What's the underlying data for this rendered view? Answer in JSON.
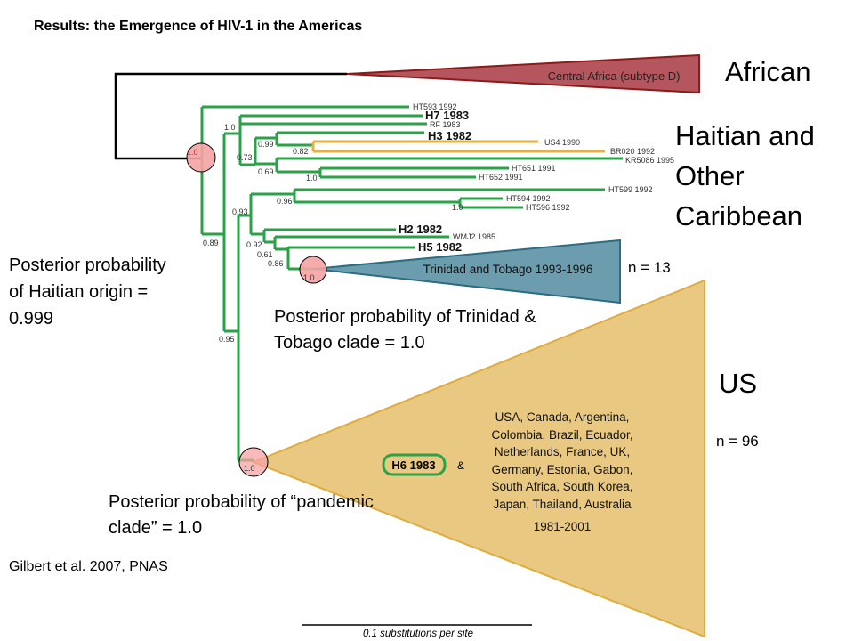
{
  "title": "Results: the Emergence of HIV-1 in the Americas",
  "groups": {
    "african": "African",
    "haitian": [
      "Haitian and",
      "Other",
      "Caribbean"
    ],
    "us": "US"
  },
  "clades": {
    "central_africa": "Central Africa (subtype D)",
    "trinidad": "Trinidad and Tobago 1993-1996",
    "trinidad_n": "n = 13",
    "us_n": "n = 96",
    "us_countries": [
      "USA, Canada, Argentina,",
      "Colombia, Brazil, Ecuador,",
      "Netherlands, France, UK,",
      "Germany, Estonia, Gabon,",
      "South Africa, South Korea,",
      "Japan, Thailand, Australia"
    ],
    "us_years": "1981-2001",
    "h6": "H6 1983",
    "amp": "&"
  },
  "tips": {
    "ht593": "HT593 1992",
    "h7": "H7 1983",
    "rf": "RF 1983",
    "h3": "H3 1982",
    "us4": "US4 1990",
    "br020": "BR020 1992",
    "kr5086": "KR5086 1995",
    "ht651": "HT651 1991",
    "ht652": "HT652 1991",
    "ht599": "HT599 1992",
    "ht594": "HT594 1992",
    "ht596": "HT596 1992",
    "h2": "H2 1982",
    "wmj2": "WMJ2 1985",
    "h5": "H5 1982"
  },
  "supports": {
    "root": "1.0",
    "s089": "0.89",
    "s10a": "1.0",
    "s073": "0.73",
    "s099": "0.99",
    "s082": "0.82",
    "s069": "0.69",
    "s10b": "1.0",
    "s093": "0.93",
    "s096": "0.96",
    "s10c": "1.0",
    "s092": "0.92",
    "s061": "0.61",
    "s086": "0.86",
    "s095": "0.95",
    "tt": "1.0",
    "pandemic": "1.0"
  },
  "annotations": {
    "haitian_origin": [
      "Posterior probability",
      "of Haitian origin =",
      "0.999"
    ],
    "tt_clade": [
      "Posterior probability of Trinidad &",
      "Tobago clade = 1.0"
    ],
    "pandemic_clade": [
      "Posterior probability of “pandemic",
      "clade” = 1.0"
    ]
  },
  "scale_bar": "0.1 substitutions per site",
  "citation": "Gilbert et al. 2007, PNAS",
  "colors": {
    "branch": "#2aa248",
    "african": "#b5565e",
    "trinidad": "#6b9dae",
    "us": "#e9c882",
    "node": "#f5a3a3"
  }
}
